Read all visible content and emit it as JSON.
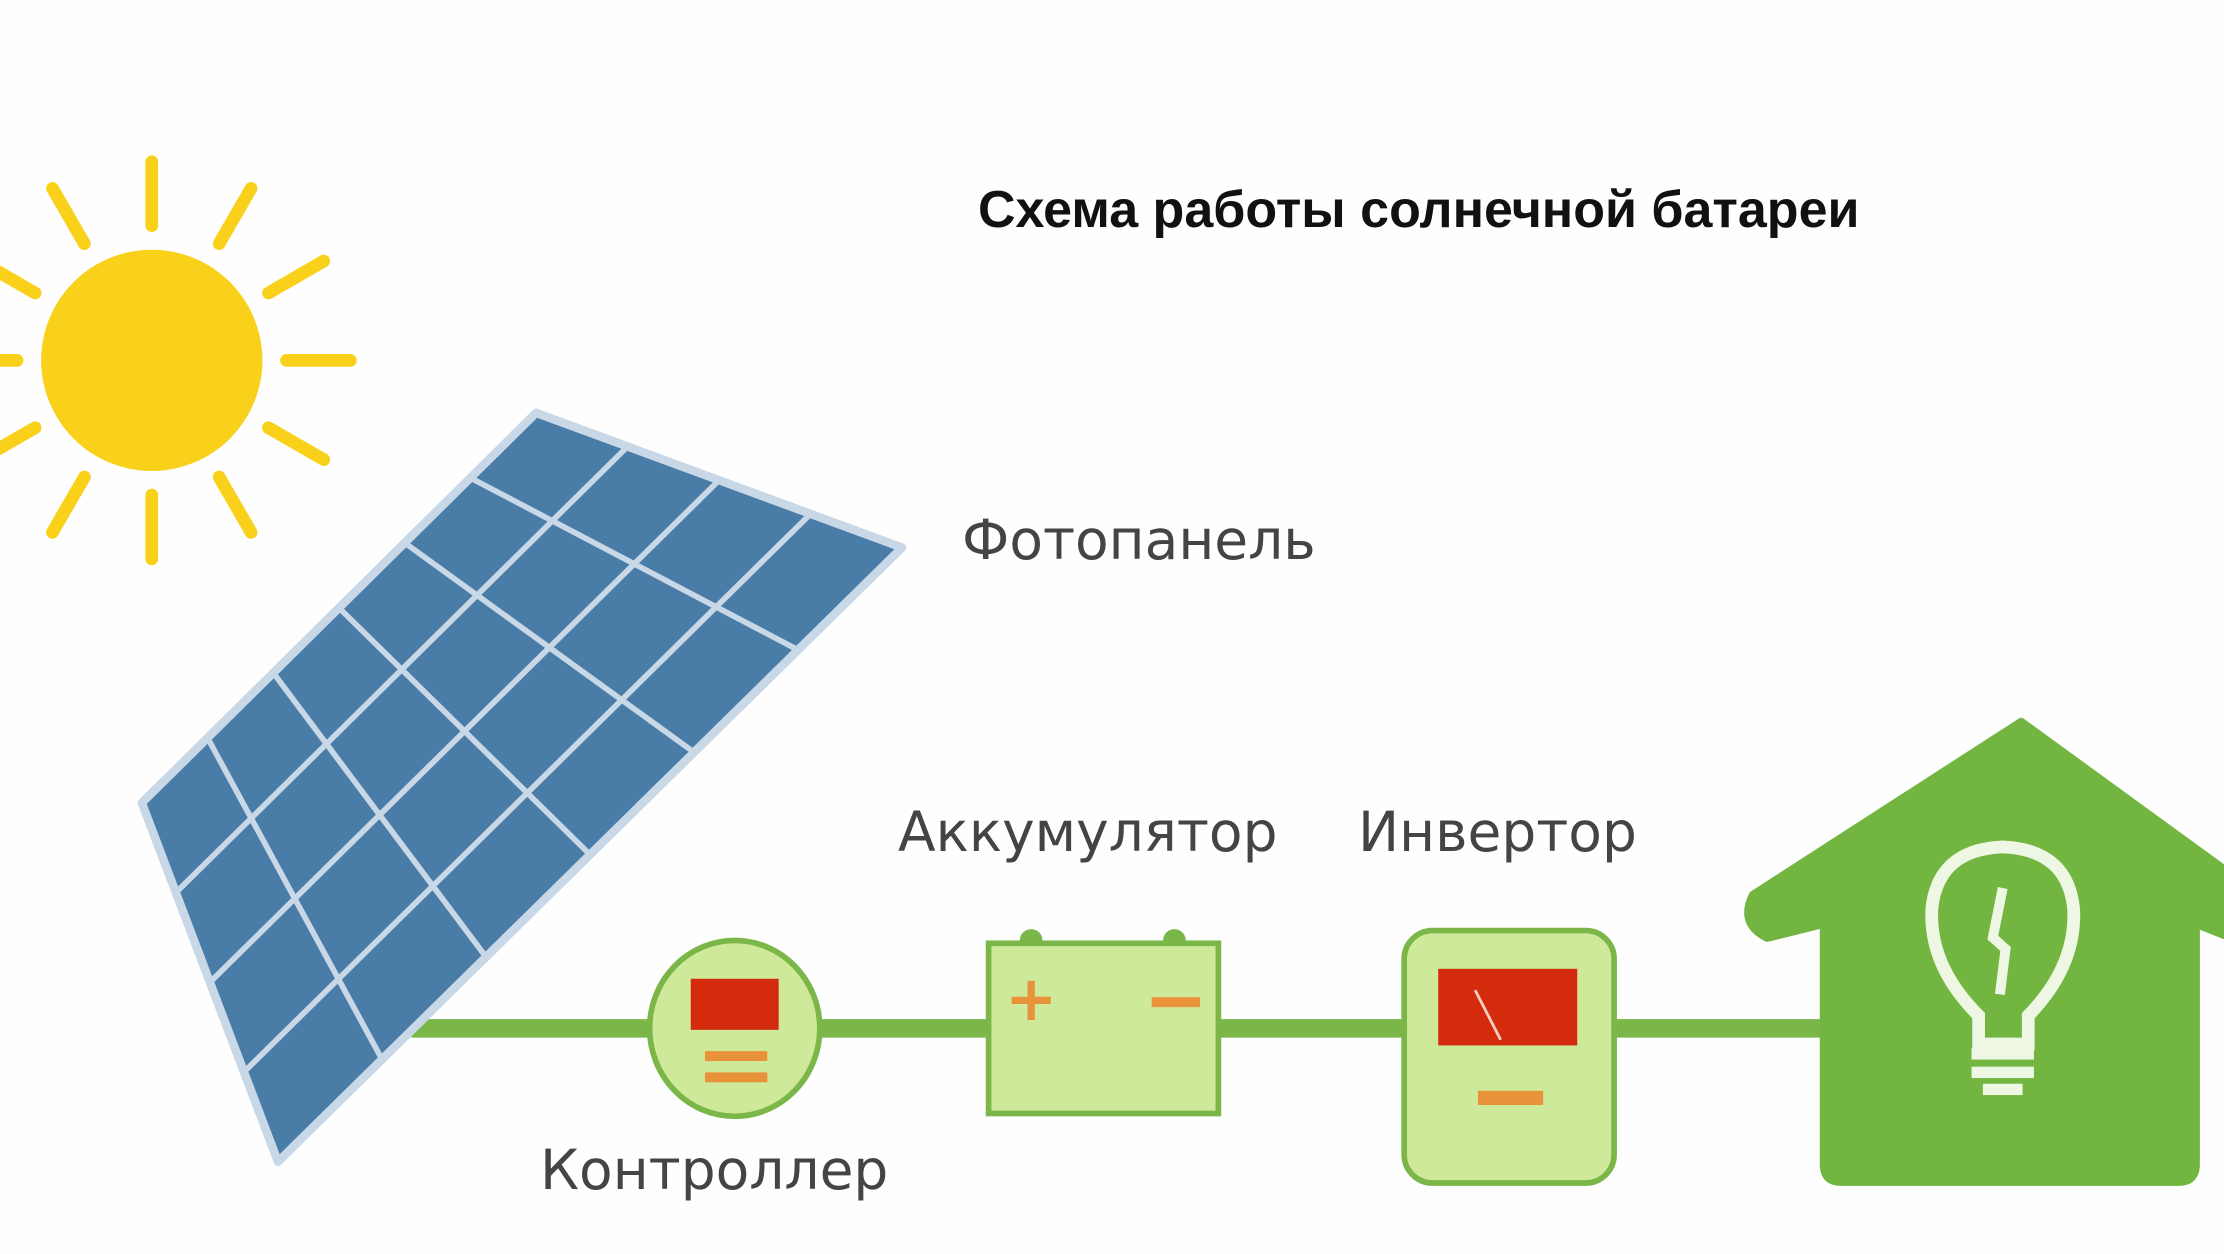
{
  "title": "Схема работы солнечной батареи",
  "labels": {
    "panel": "Фотопанель",
    "battery": "Аккумулятор",
    "inverter": "Инвертор",
    "controller": "Контроллер"
  },
  "battery_symbols": {
    "plus": "+",
    "minus": "−"
  },
  "colors": {
    "sun": "#f9d11a",
    "panel": "#4a7ca8",
    "panel_grid": "#c8d8e6",
    "wire": "#7ab648",
    "device_fill": "#cfe99a",
    "house": "#72b541",
    "indicator_red": "#d42a0d",
    "indicator_orange": "#e8923a"
  }
}
